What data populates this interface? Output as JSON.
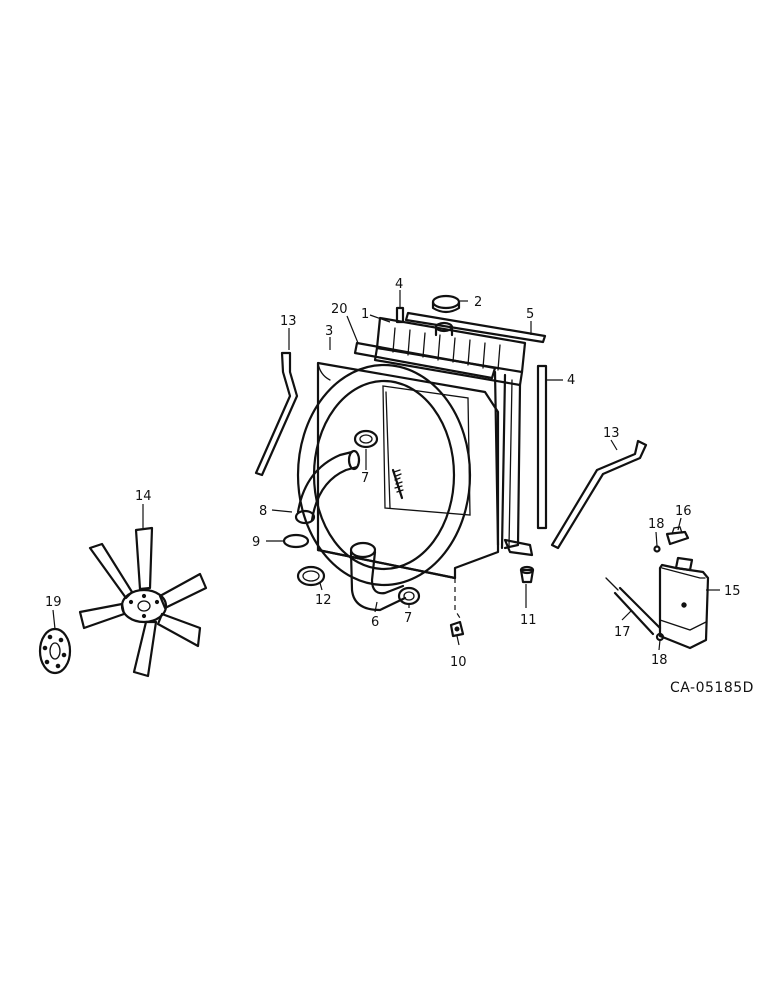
{
  "figure": {
    "reference_code": "CA-05185D"
  },
  "callouts": [
    {
      "id": "c1",
      "text": "1"
    },
    {
      "id": "c2",
      "text": "2"
    },
    {
      "id": "c3",
      "text": "3"
    },
    {
      "id": "c4a",
      "text": "4"
    },
    {
      "id": "c4b",
      "text": "4"
    },
    {
      "id": "c5",
      "text": "5"
    },
    {
      "id": "c6",
      "text": "6"
    },
    {
      "id": "c7a",
      "text": "7"
    },
    {
      "id": "c7b",
      "text": "7"
    },
    {
      "id": "c8",
      "text": "8"
    },
    {
      "id": "c9",
      "text": "9"
    },
    {
      "id": "c10",
      "text": "10"
    },
    {
      "id": "c11",
      "text": "11"
    },
    {
      "id": "c12",
      "text": "12"
    },
    {
      "id": "c13a",
      "text": "13"
    },
    {
      "id": "c13b",
      "text": "13"
    },
    {
      "id": "c14",
      "text": "14"
    },
    {
      "id": "c15",
      "text": "15"
    },
    {
      "id": "c16",
      "text": "16"
    },
    {
      "id": "c17",
      "text": "17"
    },
    {
      "id": "c18a",
      "text": "18"
    },
    {
      "id": "c18b",
      "text": "18"
    },
    {
      "id": "c19",
      "text": "19"
    },
    {
      "id": "c20",
      "text": "20"
    }
  ]
}
